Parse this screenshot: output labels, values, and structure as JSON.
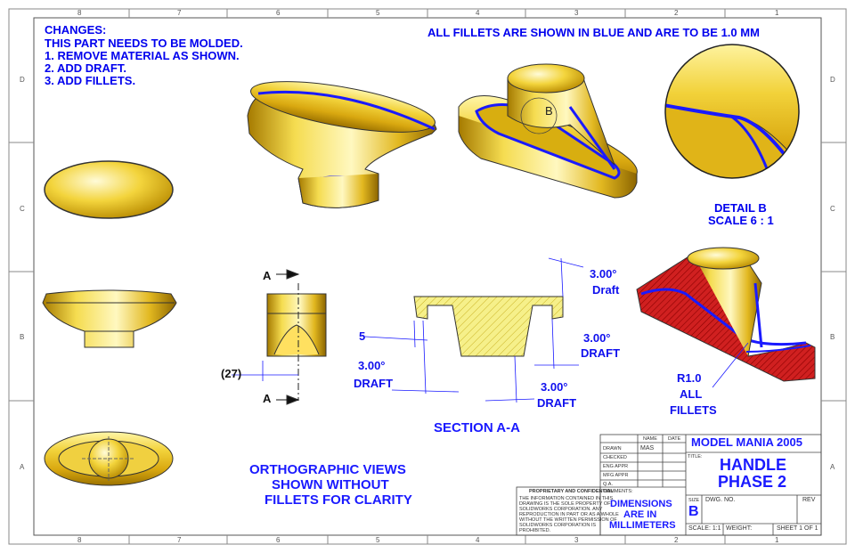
{
  "notes": {
    "title": "CHANGES:",
    "line1": "THIS PART NEEDS TO BE MOLDED.",
    "line2": "1.   REMOVE MATERIAL AS SHOWN.",
    "line3": "2.   ADD DRAFT.",
    "line4": "3.   ADD FILLETS."
  },
  "fillet_note": "ALL FILLETS ARE SHOWN IN BLUE AND ARE TO BE 1.0 MM",
  "detail": {
    "marker": "B",
    "title": "DETAIL B",
    "scale": "SCALE 6 : 1"
  },
  "ortho_note": {
    "line1": "ORTHOGRAPHIC VIEWS",
    "line2": "SHOWN WITHOUT",
    "line3": "FILLETS FOR CLARITY"
  },
  "section": {
    "label_top": "A",
    "label_bottom": "A",
    "title": "SECTION A-A",
    "dim_width": "27",
    "dim_lip": "5",
    "draft_top_value": "3.00°",
    "draft_top_label": "Draft",
    "draft_right_value": "3.00°",
    "draft_right_label": "DRAFT",
    "draft_left_value": "3.00°",
    "draft_left_label": "DRAFT",
    "draft_bottom_value": "3.00°",
    "draft_bottom_label": "DRAFT"
  },
  "fillet_callout": {
    "line1": "R1.0",
    "line2": "ALL",
    "line3": "FILLETS"
  },
  "zones": {
    "columns": [
      "8",
      "7",
      "6",
      "5",
      "4",
      "3",
      "2",
      "1"
    ],
    "rows": [
      "D",
      "C",
      "B",
      "A"
    ]
  },
  "title_block": {
    "company": "MODEL MANIA 2005",
    "title_label": "TITLE:",
    "title_line1": "HANDLE",
    "title_line2": "PHASE 2",
    "name_header": "NAME",
    "date_header": "DATE",
    "drawn_label": "DRAWN",
    "drawn_name": "MAS",
    "checked_label": "CHECKED",
    "eng_label": "ENG APPR",
    "mfg_label": "MFG APPR",
    "qa_label": "Q.A.",
    "comments_label": "COMMENTS:",
    "units_line1": "DIMENSIONS",
    "units_line2": "ARE IN",
    "units_line3": "MILLIMETERS",
    "size_label": "SIZE",
    "size_value": "B",
    "dwg_label": "DWG. NO.",
    "rev_label": "REV",
    "scale_text": "SCALE: 1:1",
    "weight_text": "WEIGHT:",
    "sheet_text": "SHEET 1 OF 1",
    "prop_title": "PROPRIETARY AND CONFIDENTIAL",
    "prop_body1": "THE INFORMATION CONTAINED IN THIS",
    "prop_body2": "DRAWING IS THE SOLE PROPERTY OF",
    "prop_body3": "SOLIDWORKS CORPORATION.  ANY",
    "prop_body4": "REPRODUCTION IN PART OR AS A WHOLE",
    "prop_body5": "WITHOUT THE WRITTEN PERMISSION OF",
    "prop_body6": "SOLIDWORKS CORPORATION IS",
    "prop_body7": "PROHIBITED."
  },
  "colors": {
    "annotation": "#1a1aff",
    "fillet": "#1a1aff",
    "gold": "#e8c020",
    "section_fill": "#cc1f1f"
  }
}
